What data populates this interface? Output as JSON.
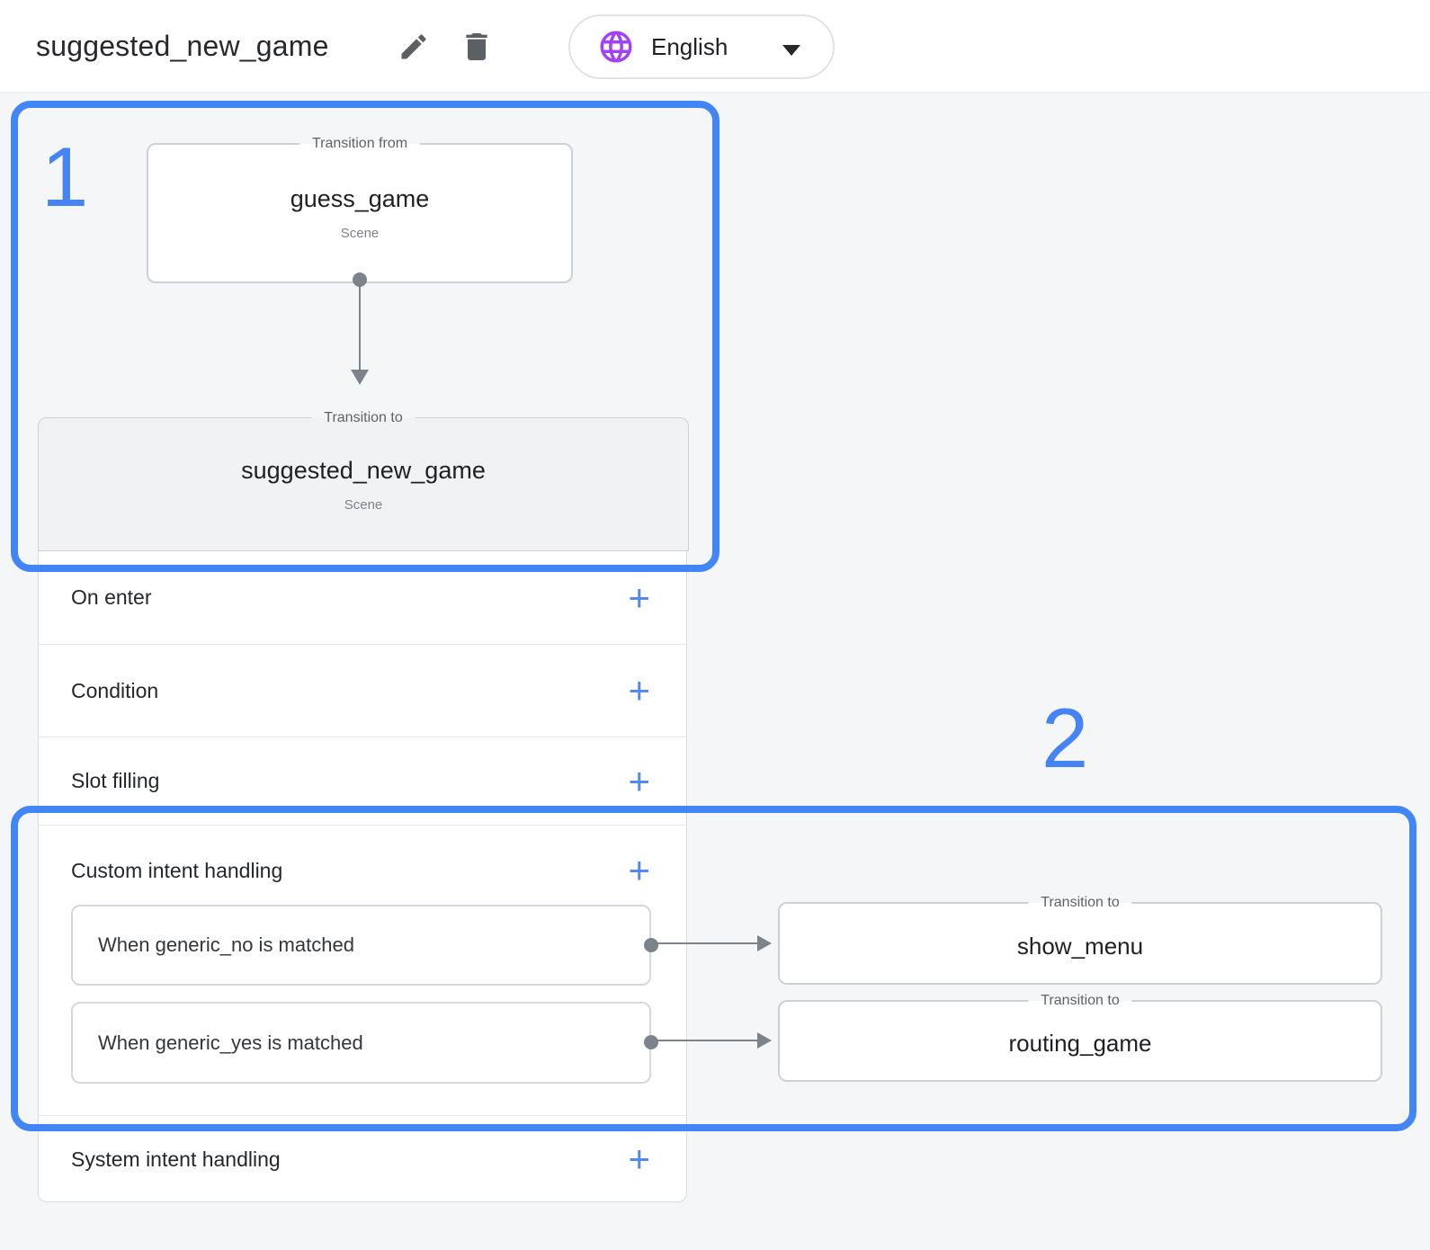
{
  "header": {
    "title": "suggested_new_game",
    "edit_icon": "pencil-icon",
    "delete_icon": "trash-icon",
    "language": {
      "label": "English",
      "icon": "globe-icon"
    }
  },
  "annotations": {
    "first": "1",
    "second": "2"
  },
  "diagram": {
    "transition_from": {
      "legend": "Transition from",
      "name": "guess_game",
      "type": "Scene"
    },
    "transition_to": {
      "legend": "Transition to",
      "name": "suggested_new_game",
      "type": "Scene"
    }
  },
  "scene_panel": {
    "add_label": "+",
    "sections": [
      {
        "label": "On enter"
      },
      {
        "label": "Condition"
      },
      {
        "label": "Slot filling"
      },
      {
        "label": "Custom intent handling"
      },
      {
        "label": "System intent handling"
      }
    ],
    "custom_intents": [
      {
        "label": "When generic_no is matched",
        "target": {
          "legend": "Transition to",
          "name": "show_menu"
        }
      },
      {
        "label": "When generic_yes is matched",
        "target": {
          "legend": "Transition to",
          "name": "routing_game"
        }
      }
    ]
  },
  "colors": {
    "accent_blue": "#4285f4",
    "plus_blue": "#5489ee",
    "globe_purple": "#a142f4",
    "icon_gray": "#5c6064",
    "connector_gray": "#7c838a",
    "panel_bg": "#ffffff",
    "gray_header_bg": "#f0f2f4",
    "page_bg": "#f5f6f8"
  }
}
